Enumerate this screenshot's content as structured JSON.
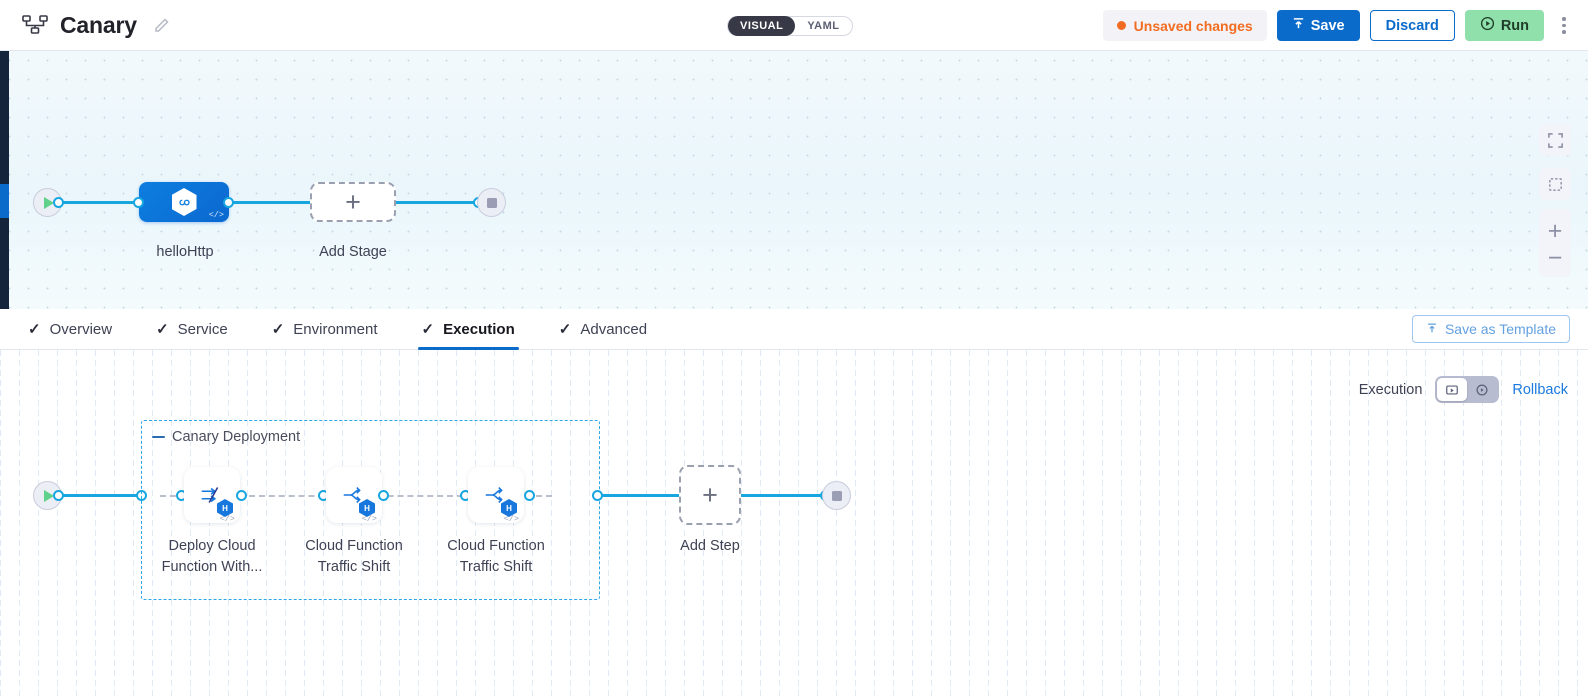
{
  "header": {
    "pipeline_icon": "pipeline-nodes-icon",
    "title": "Canary",
    "edit_icon": "pencil-icon",
    "view_toggle": {
      "options": [
        "VISUAL",
        "YAML"
      ],
      "selected": "VISUAL"
    },
    "unsaved_label": "Unsaved changes",
    "unsaved_color": "#f26d21",
    "save_label": "Save",
    "discard_label": "Discard",
    "run_label": "Run",
    "more_icon": "kebab-menu-icon"
  },
  "top_canvas": {
    "start_node": "start-node",
    "stage": {
      "name": "helloHttp",
      "icon": "cloud-function-hexagon-icon",
      "code_badge": "</>"
    },
    "add_stage_label": "Add Stage",
    "add_stage_plus": "+",
    "end_node": "end-node",
    "controls": {
      "fullscreen_icon": "fullscreen-icon",
      "select_icon": "selection-box-icon",
      "zoom_in": "+",
      "zoom_out": "−"
    }
  },
  "tabbar": {
    "tabs": [
      {
        "label": "Overview",
        "check": "✓",
        "active": false
      },
      {
        "label": "Service",
        "check": "✓",
        "active": false
      },
      {
        "label": "Environment",
        "check": "✓",
        "active": false
      },
      {
        "label": "Execution",
        "check": "✓",
        "active": true
      },
      {
        "label": "Advanced",
        "check": "✓",
        "active": false
      }
    ],
    "save_as_template_label": "Save as Template",
    "save_as_template_icon": "upload-icon",
    "active_underline_color": "#0b6bcb"
  },
  "bottom_canvas": {
    "execution_label": "Execution",
    "toggle": {
      "left_icon": "execution-play-box-icon",
      "right_icon": "rollback-circle-icon",
      "selected": "execution"
    },
    "rollback_label": "Rollback",
    "rollback_color": "#1a7ae0",
    "group": {
      "title": "Canary Deployment",
      "collapse_icon": "collapse-dash-icon",
      "border_color": "#2ba6e8",
      "steps": [
        {
          "label_line1": "Deploy Cloud",
          "label_line2": "Function With...",
          "icon": "deploy-arrows-icon",
          "badge": "H",
          "code_badge": "</>"
        },
        {
          "label_line1": "Cloud Function",
          "label_line2": "Traffic Shift",
          "icon": "traffic-shift-icon",
          "badge": "H",
          "code_badge": "</>"
        },
        {
          "label_line1": "Cloud Function",
          "label_line2": "Traffic Shift",
          "icon": "traffic-shift-icon",
          "badge": "H",
          "code_badge": "</>"
        }
      ]
    },
    "add_step_label": "Add Step",
    "add_step_plus": "+",
    "start_node": "start-node",
    "end_node": "end-node"
  }
}
